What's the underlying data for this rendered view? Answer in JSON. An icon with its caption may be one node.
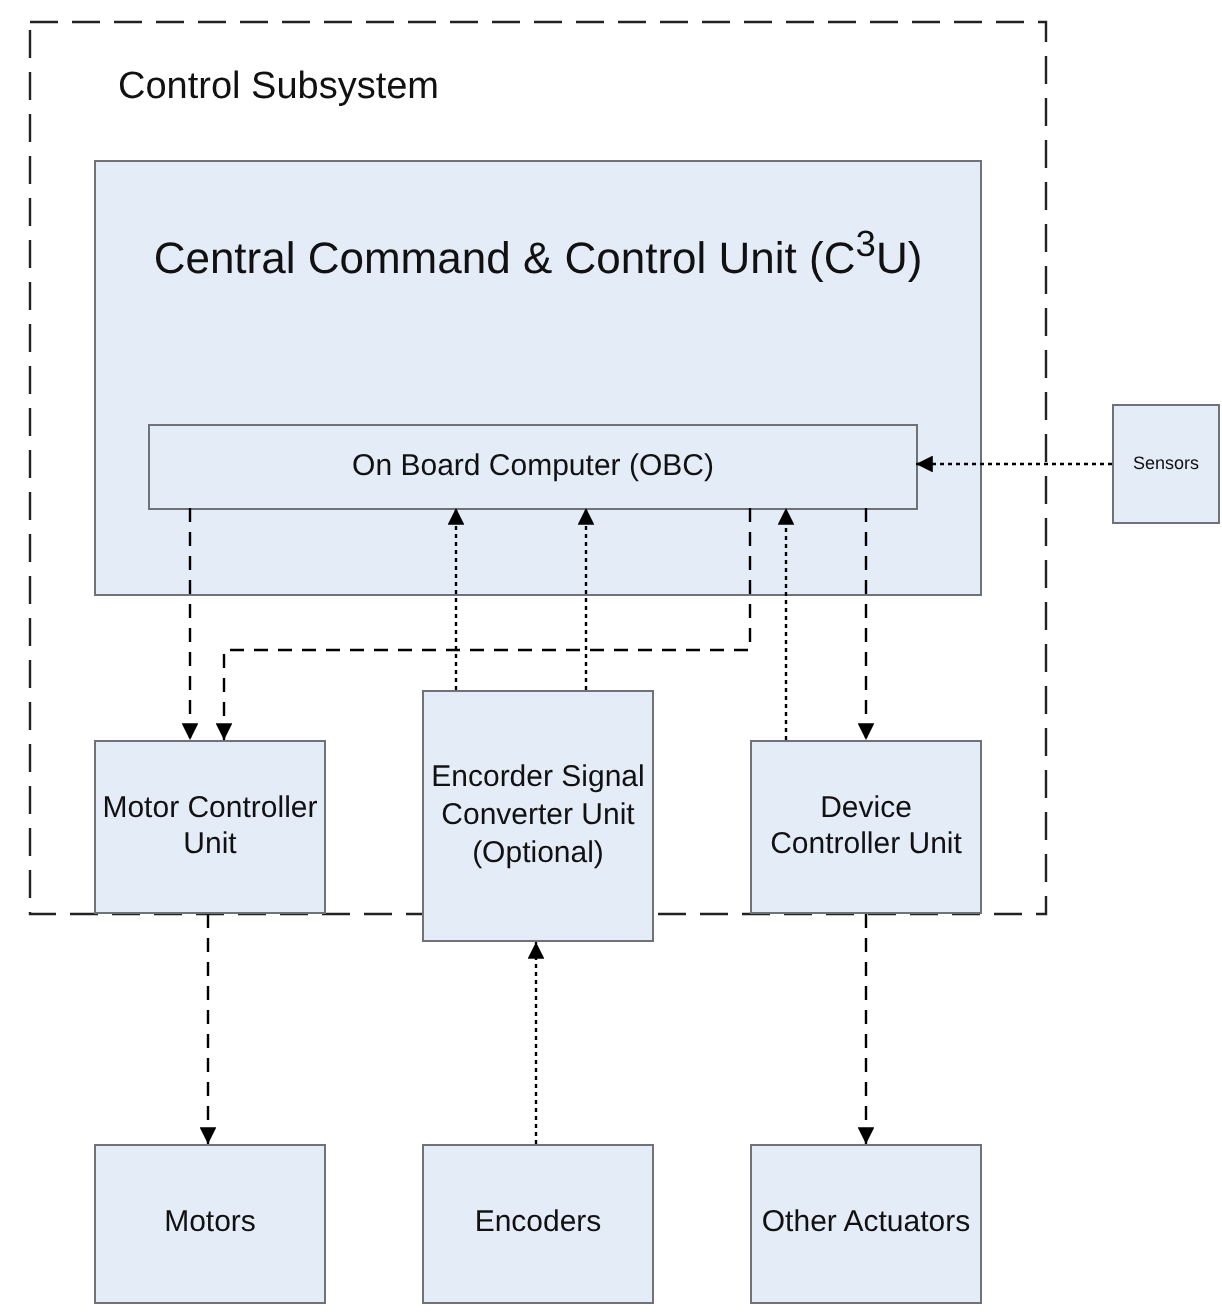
{
  "diagram": {
    "nodes": [
      {
        "text": [
          "Control Subsystem"
        ]
      },
      {
        "text": [
          "Central Command & Control Unit (C$^{3}$U)"
        ],
        "in": 0
      },
      {
        "text": [
          "On Board Computer (OBC)"
        ],
        "in": 1
      },
      {
        "text": [
          "Motor Controller Unit"
        ],
        "in": 0
      },
      {
        "text": [
          "Encorder Signal Converter Unit (Optional)"
        ],
        "in": 0
      },
      {
        "text": [
          "Device Controller Unit"
        ],
        "in": 0
      },
      {
        "text": [
          "Sensors"
        ]
      },
      {
        "text": [
          "Motors"
        ]
      },
      {
        "text": [
          "Encoders"
        ]
      },
      {
        "text": [
          "Other Actuators"
        ]
      }
    ],
    "edges": [
      {
        "from": 2,
        "to": 3,
        "arrow": "to",
        "style": "dashed"
      },
      {
        "from": 2,
        "to": 3,
        "arrow": "to",
        "style": "dashed"
      },
      {
        "from": 4,
        "to": 2,
        "arrow": "to"
      },
      {
        "from": 4,
        "to": 2,
        "arrow": "to"
      },
      {
        "from": 5,
        "to": 2,
        "arrow": "to"
      },
      {
        "from": 2,
        "to": 5,
        "arrow": "to",
        "style": "dashed"
      },
      {
        "from": 6,
        "to": 2,
        "arrow": "to"
      },
      {
        "from": 3,
        "to": 7,
        "arrow": "to",
        "style": "dashed"
      },
      {
        "from": 8,
        "to": 4,
        "arrow": "to"
      },
      {
        "from": 5,
        "to": 9,
        "arrow": "to",
        "style": "dashed"
      }
    ]
  }
}
